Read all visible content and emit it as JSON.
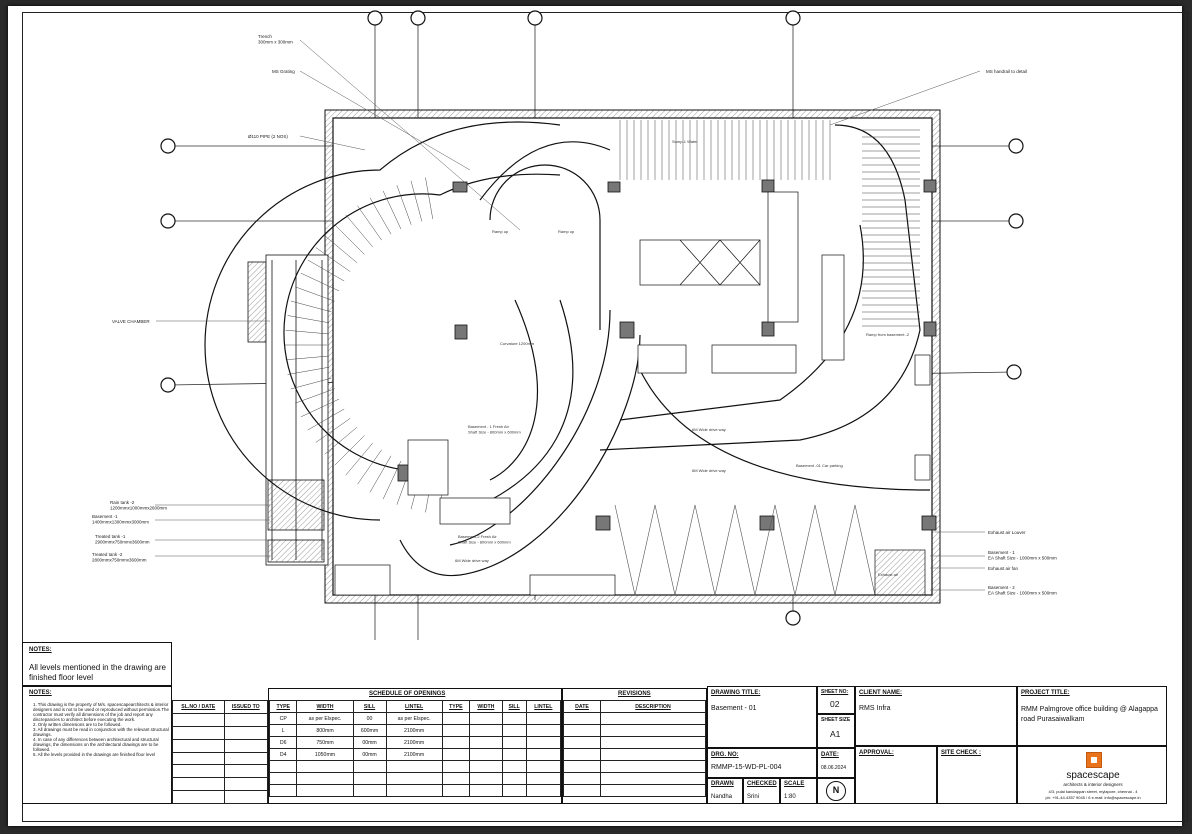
{
  "plan_labels": {
    "trench": "Trench\n300mm x 300mm",
    "ms_grating": "MS Grating",
    "pipe": "Ø110 PIPE (2 NOS)",
    "valve_chamber": "VALVE CHAMBER",
    "ms_handrail": "MS handrail to detail",
    "sump1": "Sump-1 Water",
    "ramp_up": "Ramp up",
    "ramp_from_basement": "Ramp from basement -2",
    "curvature": "Curvature 1200mm",
    "fresh_air_1": "Basement - 1 Fresh Air\nShaft Size - 800mm x 600mm",
    "drive_way_1": "6M Wide drive way",
    "drive_way_2": "6M Wide drive way",
    "drive_way_3": "6M Wide drive way",
    "car_parking": "Basement -01 Car parking",
    "fresh_air_2": "Basement-2 Fresh Air\nShaft Size - 800mm x 600mm",
    "rain_tank_2": "Rain tank -2\n1200mmx1000mmx2600mm",
    "basement_1": "Basement -1\n1400mmx1300mmx3000mm",
    "treated_tank_1": "Treated tank -1\n2900mmx750mmx3600mm",
    "treated_tank_2": "Treated tank -2\n2800mmx750mmx3600mm",
    "exhaust_louver": "Exhaust air Louver",
    "ea_shaft_1": "Basement - 1\nEA Shaft Size - 1000mm x 500mm",
    "exhaust_fan": "Exhaust air fan",
    "ea_shaft_2": "Basement - 2\nEA Shaft Size - 1000mm x 500mm",
    "exhaust_air": "Exhaust air"
  },
  "notes_top": {
    "heading": "NOTES:",
    "text": "All levels mentioned in the drawing are finished floor level"
  },
  "notes_bottom": {
    "heading": "NOTES:",
    "items": [
      "1. This drawing is the property of M/s. spacescapearchitects & interior designers and is not to be used or reproduced without permission.The contractor must verify all dimensions of the job and report any discrepancies to architect before executing the work.",
      "2. Only written dimensions are to be followed.",
      "3. All drawings must be read in conjunction with the relevant structural drawings.",
      "4. In case of any differences between architectural and structural drawings, the dimensions on the architectural drawings are to be followed.",
      "5. All the levels provided in the drawings are finished floor level"
    ]
  },
  "issue_table": {
    "headers": [
      "SL.NO / DATE",
      "ISSUED TO"
    ]
  },
  "schedule": {
    "title": "SCHEDULE OF OPENINGS",
    "headers": [
      "TYPE",
      "WIDTH",
      "SILL",
      "LINTEL",
      "TYPE",
      "WIDTH",
      "SILL",
      "LINTEL"
    ],
    "rows": [
      [
        "CP",
        "as per Elspec.",
        "00",
        "as per Elspec.",
        "",
        "",
        "",
        ""
      ],
      [
        "L",
        "800mm",
        "600mm",
        "2100mm",
        "",
        "",
        "",
        ""
      ],
      [
        "D6",
        "750mm",
        "00mm",
        "2100mm",
        "",
        "",
        "",
        ""
      ],
      [
        "D4",
        "1050mm",
        "00mm",
        "2100mm",
        "",
        "",
        "",
        ""
      ]
    ]
  },
  "revisions": {
    "title": "REVISIONS",
    "headers": [
      "DATE",
      "DESCRIPTION"
    ]
  },
  "drawing": {
    "title_label": "DRAWING TITLE:",
    "title": "Basement - 01",
    "sheet_no_label": "SHEET NO:",
    "sheet_no": "02",
    "sheet_size_label": "SHEET SIZE",
    "sheet_size": "A1",
    "drg_no_label": "DRG. NO:",
    "drg_no": "RMMP-15-WD-PL-004",
    "date_label": "DATE:",
    "date": "08.06.2024",
    "drawn_label": "DRAWN",
    "drawn": "Nandha",
    "checked_label": "CHECKED",
    "checked": "Srini",
    "scale_label": "SCALE",
    "scale": "1:80",
    "north": "N"
  },
  "client": {
    "label": "CLIENT NAME:",
    "name": "RMS Infra"
  },
  "approval": {
    "label": "APPROVAL:"
  },
  "site_check": {
    "label": "SITE CHECK :"
  },
  "project": {
    "label": "PROJECT TITLE:",
    "title": "RMM Palmgrove office building @ Alagappa road Purasaiwalkam"
  },
  "firm": {
    "name": "spacescape",
    "tagline": "architects & interior designers",
    "address": "4/3, pulai kandappan street, mylapore, chennai - 4",
    "contact": "ph: +91-44-4357 9045 / 6  e.mail: info@spacescape.in"
  },
  "colors": {
    "logo": "#e8731c",
    "ink": "#111111"
  }
}
